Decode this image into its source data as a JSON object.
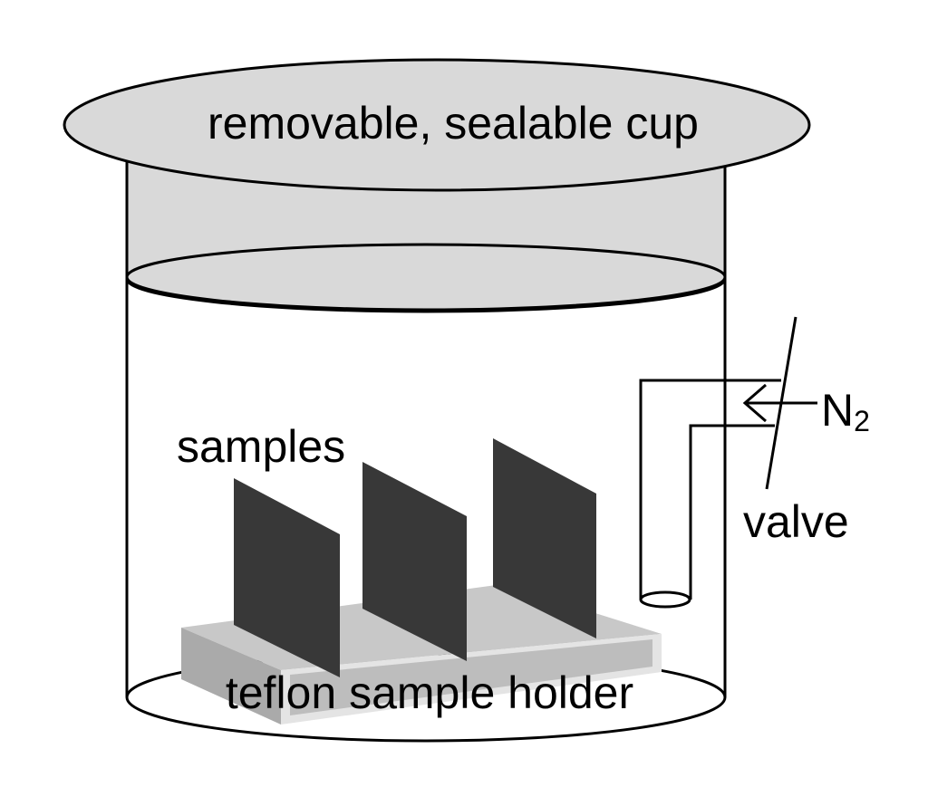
{
  "labels": {
    "cup": "removable, sealable cup",
    "samples": "samples",
    "holder": "teflon sample holder",
    "gas_main": "N",
    "gas_sub": "2",
    "valve": "valve"
  },
  "colors": {
    "cup_fill": "#d9d9d9",
    "sample_fill": "#383838",
    "holder_top": "#c8c8c8",
    "holder_side": "#aaaaaa",
    "stroke": "#000000"
  }
}
